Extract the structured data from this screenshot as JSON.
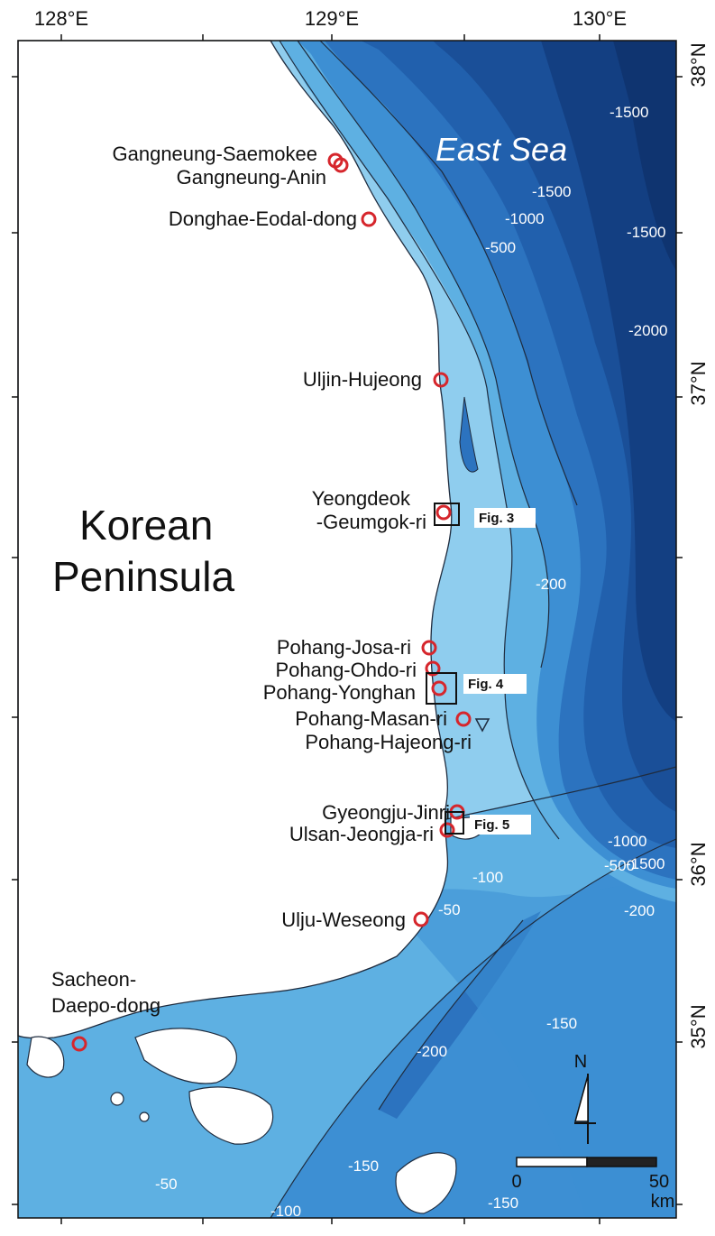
{
  "frame": {
    "top_longitude_labels": [
      "128°E",
      "129°E",
      "130°E"
    ],
    "right_latitude_labels": [
      "38°N",
      "37°N",
      "36°N",
      "35°N"
    ]
  },
  "regions": {
    "land": "Korean Peninsula",
    "sea": "East Sea"
  },
  "sites": [
    {
      "name": "Gangneung-Saemokee",
      "marker": "circle"
    },
    {
      "name": "Gangneung-Anin",
      "marker": "circle"
    },
    {
      "name": "Donghae-Eodal-dong",
      "marker": "circle"
    },
    {
      "name": "Uljin-Hujeong",
      "marker": "circle"
    },
    {
      "name": "Yeongdeok",
      "marker": "circle"
    },
    {
      "name": "-Geumgok-ri",
      "marker": "circle"
    },
    {
      "name": "Pohang-Josa-ri",
      "marker": "circle"
    },
    {
      "name": "Pohang-Ohdo-ri",
      "marker": "circle"
    },
    {
      "name": "Pohang-Yonghan",
      "marker": "circle"
    },
    {
      "name": "Pohang-Masan-ri",
      "marker": "circle"
    },
    {
      "name": "Pohang-Hajeong-ri",
      "marker": "triangle"
    },
    {
      "name": "Gyeongju-Jinri",
      "marker": "circle"
    },
    {
      "name": "Ulsan-Jeongja-ri",
      "marker": "circle"
    },
    {
      "name": "Ulju-Weseong",
      "marker": "circle"
    },
    {
      "name": "Sacheon-",
      "marker": "circle"
    },
    {
      "name": "Daepo-dong",
      "marker": "circle"
    }
  ],
  "figure_boxes": [
    "Fig. 3",
    "Fig. 4",
    "Fig. 5"
  ],
  "depth_labels": [
    "-1500",
    "-1500",
    "-1000",
    "-500",
    "-1500",
    "-2000",
    "-200",
    "-1500",
    "-1000",
    "-500",
    "-200",
    "-100",
    "-50",
    "-150",
    "-200",
    "-150",
    "-150",
    "-50",
    "-100"
  ],
  "north_arrow": "N",
  "scale_bar": {
    "start": "0",
    "end": "50",
    "unit": "km"
  },
  "colors": {
    "land": "#ffffff",
    "shelf": "#8fcdee",
    "depth_100": "#5eb0e2",
    "depth_200": "#3d8fd3",
    "depth_500": "#2c73bf",
    "depth_1000": "#2160ad",
    "depth_1500": "#1a4f98",
    "depth_2000": "#133f82",
    "marker": "#d6262c"
  }
}
